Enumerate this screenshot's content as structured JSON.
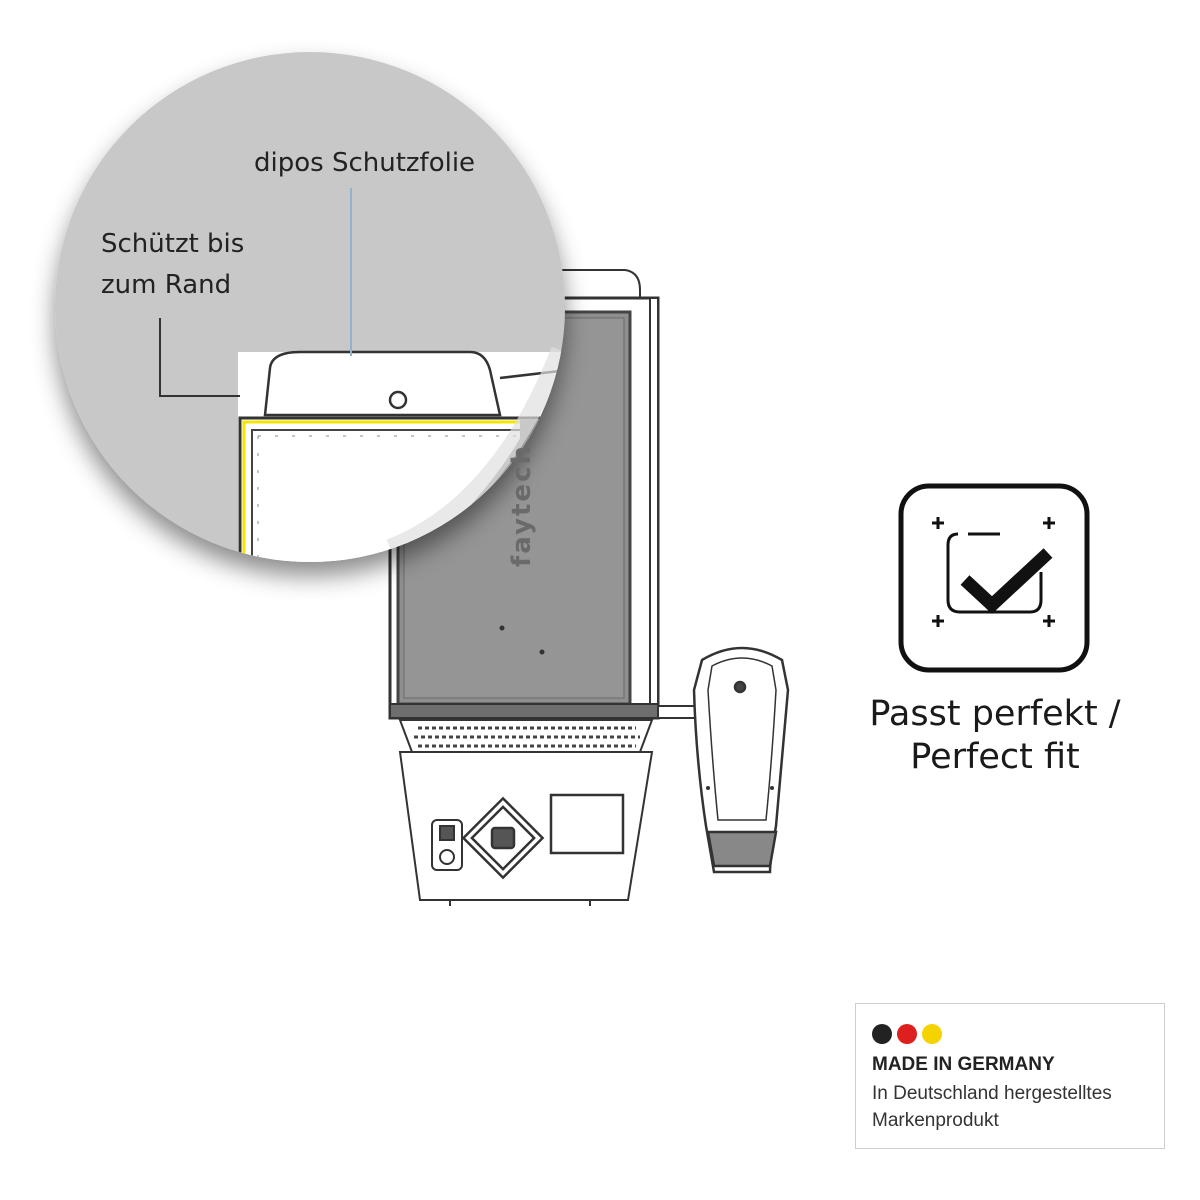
{
  "callout": {
    "protector_label": "dipos Schutzfolie",
    "edge_label": "Schützt bis zum Rand"
  },
  "device": {
    "brand_text": "faytech"
  },
  "fit": {
    "icon": "checkmark-in-frame-icon",
    "caption_line1": "Passt perfekt /",
    "caption_line2": "Perfect fit"
  },
  "made_in_germany": {
    "flag_colors": [
      "#222222",
      "#dd1f1f",
      "#f5d300"
    ],
    "title": "MADE IN GERMANY",
    "description": "In Deutschland hergestelltes Markenprodukt"
  },
  "colors": {
    "screen_gray": "#8f8f8f",
    "zoom_circle": "#c8c8c8",
    "edge_highlight": "#f2e600",
    "leader_line": "#8fb3c9"
  }
}
